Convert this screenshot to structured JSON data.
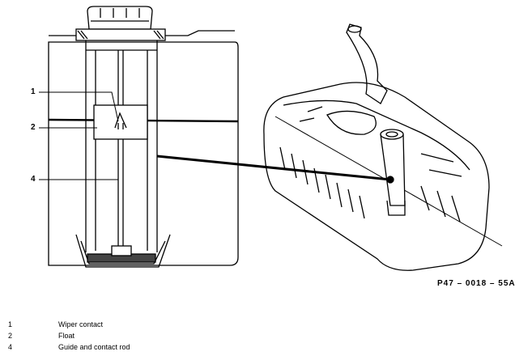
{
  "figure_code": "P47 – 0018 – 55A",
  "callouts": [
    {
      "number": "1",
      "description": "Wiper contact"
    },
    {
      "number": "2",
      "description": "Float"
    },
    {
      "number": "4",
      "description": "Guide and contact rod"
    }
  ],
  "icons": [
    "fuel-tank-sender-cutaway",
    "fuel-tank-overview"
  ]
}
